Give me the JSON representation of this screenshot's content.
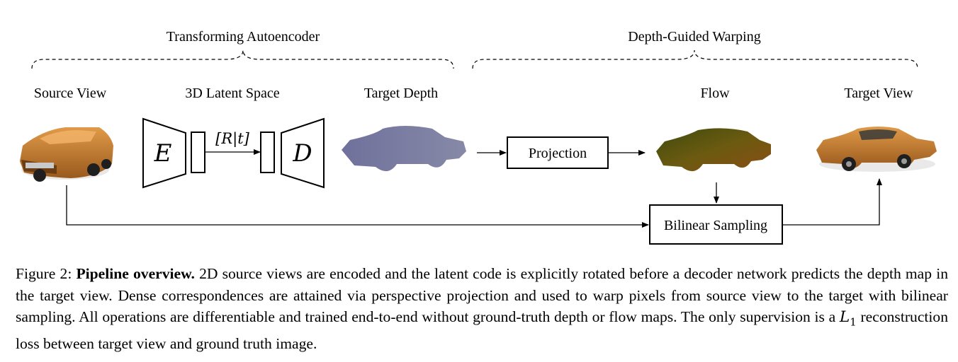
{
  "diagram": {
    "brace_left_label": "Transforming Autoencoder",
    "brace_right_label": "Depth-Guided Warping",
    "source_view_label": "Source View",
    "latent_space_label": "3D Latent Space",
    "target_depth_label": "Target Depth",
    "flow_label": "Flow",
    "target_view_label": "Target View",
    "encoder_symbol": "E",
    "decoder_symbol": "D",
    "transform_label": "[R|t]",
    "projection_box": "Projection",
    "bilinear_box": "Bilinear Sampling"
  },
  "caption": {
    "prefix": "Figure 2:",
    "title": "Pipeline overview.",
    "body_part1": "2D source views are encoded and the latent code is explicitly rotated before a decoder network predicts the depth map in the target view. Dense correspondences are attained via perspective projection and used to warp pixels from source view to the target with bilinear sampling. All operations are differentiable and trained end-to-end without ground-truth depth or flow maps. The only supervision is a",
    "loss_symbol": "L",
    "loss_subscript": "1",
    "body_part2": "reconstruction loss between target view and ground truth image."
  },
  "colors": {
    "car_body": "#c87a2e",
    "depth_map": "#6a6c93",
    "flow_map": "#6f5a12"
  }
}
